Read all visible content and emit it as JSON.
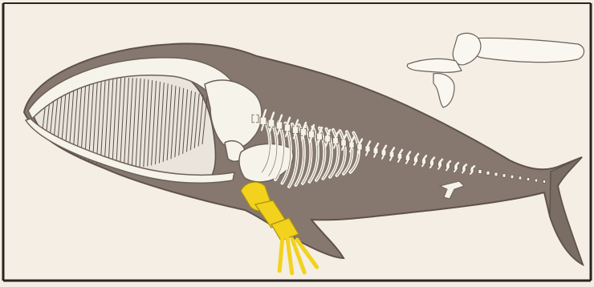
{
  "figure": {
    "colors": {
      "paper": "#f4eee4",
      "frame": "#2a2420",
      "body": "#86786f",
      "body_edge": "#5e524b",
      "bone": "#f6f3ea",
      "bone_edge": "#6b6158",
      "highlight": "#f2d21c",
      "highlight_edge": "#a88f10"
    },
    "parts": [
      "body-silhouette",
      "skull",
      "baleen-plates",
      "rib-cage",
      "vertebral-column",
      "shoulder-blade",
      "flipper-bones",
      "pelvic-bone",
      "tail-flukes",
      "detached-skull-bone"
    ]
  }
}
